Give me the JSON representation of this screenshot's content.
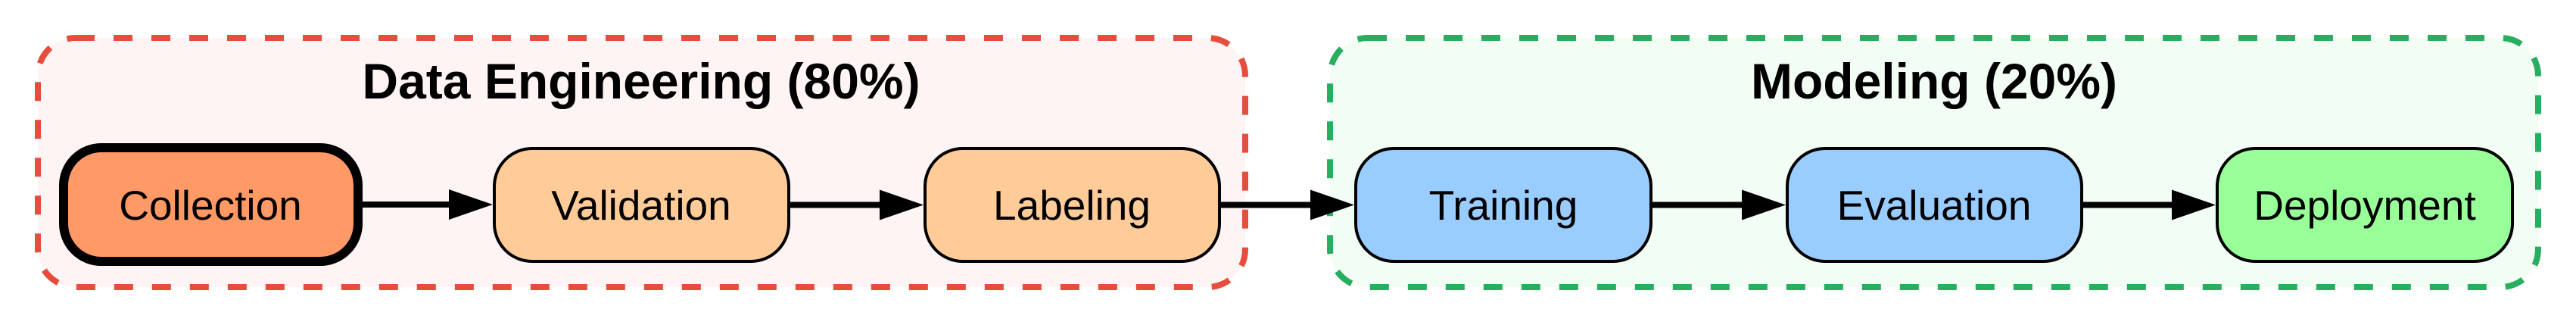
{
  "diagram": {
    "title": "ML pipeline effort split",
    "clusters": [
      {
        "id": "data_engineering",
        "label": "Data Engineering (80%)",
        "share_percent": 80,
        "border_color": "#e74c3c",
        "fill_color": "#fef4f3",
        "border_style": "dashed",
        "nodes": [
          "collection",
          "validation",
          "labeling"
        ]
      },
      {
        "id": "modeling",
        "label": "Modeling (20%)",
        "share_percent": 20,
        "border_color": "#27ae60",
        "fill_color": "#f2fdf4",
        "border_style": "dashed",
        "nodes": [
          "training",
          "evaluation",
          "deployment"
        ]
      }
    ],
    "nodes": [
      {
        "id": "collection",
        "label": "Collection",
        "fill": "#ff9966",
        "emphasized": true
      },
      {
        "id": "validation",
        "label": "Validation",
        "fill": "#ffcc99",
        "emphasized": false
      },
      {
        "id": "labeling",
        "label": "Labeling",
        "fill": "#ffcc99",
        "emphasized": false
      },
      {
        "id": "training",
        "label": "Training",
        "fill": "#99ccff",
        "emphasized": false
      },
      {
        "id": "evaluation",
        "label": "Evaluation",
        "fill": "#99ccff",
        "emphasized": false
      },
      {
        "id": "deployment",
        "label": "Deployment",
        "fill": "#99ff99",
        "emphasized": false
      }
    ],
    "edges": [
      {
        "from": "collection",
        "to": "validation"
      },
      {
        "from": "validation",
        "to": "labeling"
      },
      {
        "from": "labeling",
        "to": "training"
      },
      {
        "from": "training",
        "to": "evaluation"
      },
      {
        "from": "evaluation",
        "to": "deployment"
      }
    ]
  }
}
